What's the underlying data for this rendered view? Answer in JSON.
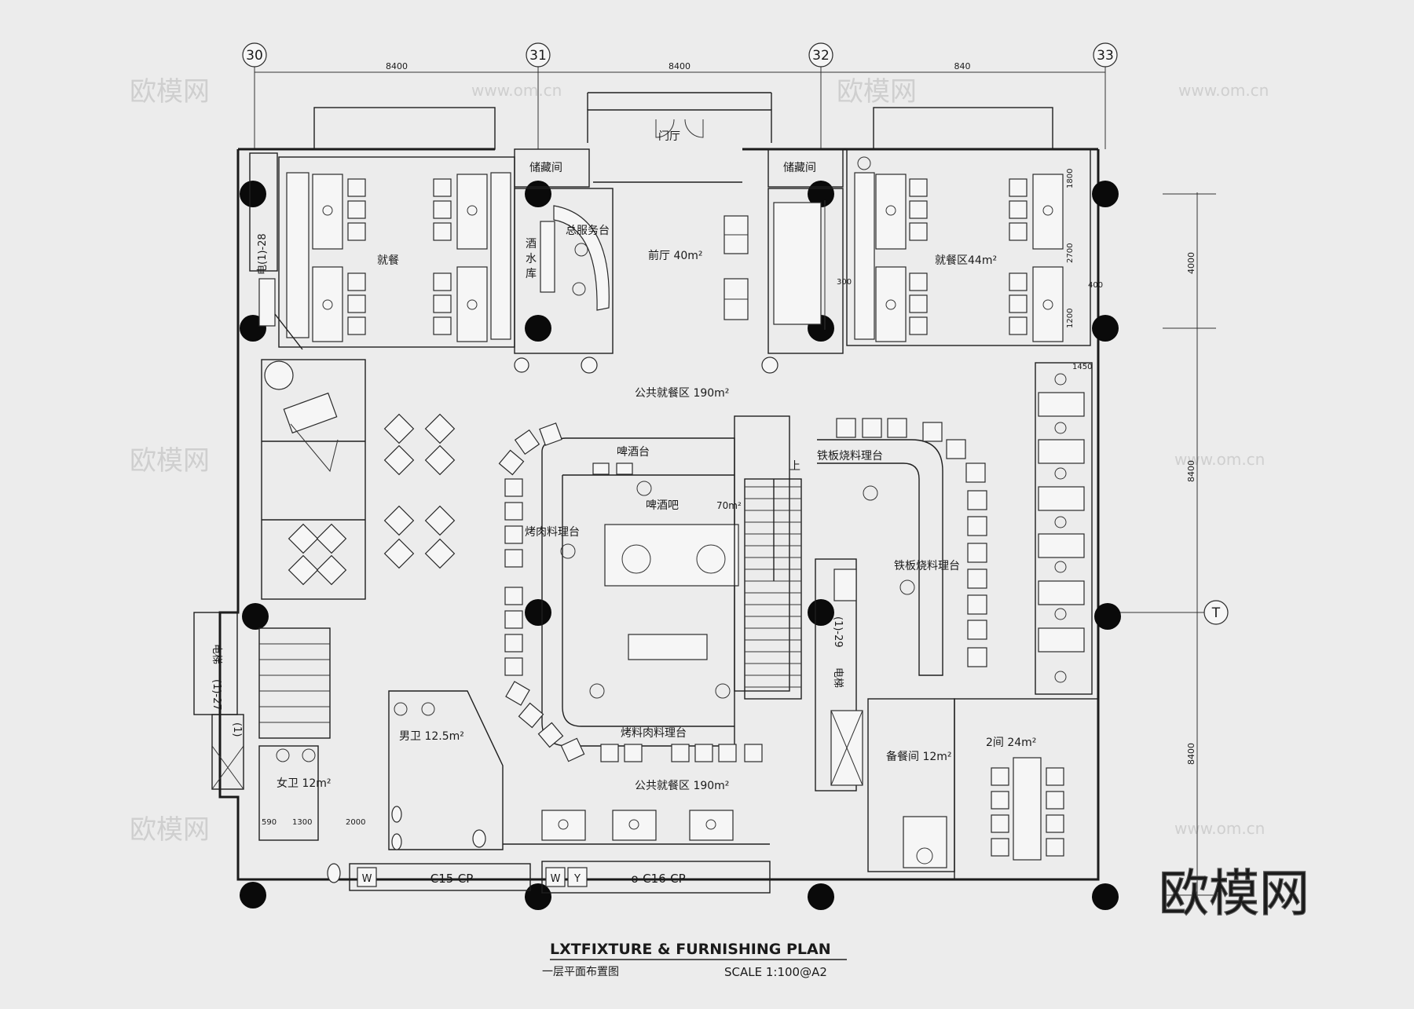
{
  "grid": {
    "columns": [
      "30",
      "31",
      "32",
      "33"
    ],
    "row": "T",
    "spacing_top": [
      "8400",
      "8400",
      "840"
    ],
    "spacing_right": [
      "4000",
      "8400",
      "8400"
    ]
  },
  "rooms": {
    "foyer": "门厅",
    "storage_left": "储藏间",
    "storage_right": "储藏间",
    "service_desk": "总服务台",
    "wine_store_1": "酒",
    "wine_store_2": "水",
    "wine_store_3": "库",
    "front_hall": "前厅 40m²",
    "dining_left": "就餐",
    "dining_right": "就餐区44m²",
    "public_dining_top": "公共就餐区 190m²",
    "beer_counter": "啤酒台",
    "beer_bar": "啤酒吧",
    "bar_area": "70m²",
    "bbq_station": "烤肉料理台",
    "teppan_top": "铁板烧料理台",
    "teppan_side": "铁板烧料理台",
    "meat_station": "烤料肉料理台",
    "public_dining_bottom": "公共就餐区 190m²",
    "prep_room": "备餐间 12m²",
    "private_room": "2间 24m²",
    "mens_wc": "男卫 12.5m²",
    "womens_wc": "女卫 12m²",
    "stair_up": "上",
    "elev_left_1": "电梯",
    "elev_left_2": "(1)-27",
    "elev_left_3": "(1)",
    "elev_right_1": "(1)-29",
    "elev_right_2": "电梯",
    "elev_topleft": "电(1)-28"
  },
  "dimensions": {
    "d1": "1800",
    "d2": "2700",
    "d3": "400",
    "d4": "1200",
    "d5": "1450",
    "d6": "300",
    "d7": "590",
    "d8": "1300",
    "d9": "2000"
  },
  "labels": {
    "c15": "C15-CP",
    "c16": "o-C16-CP",
    "w1": "W",
    "w2": "W",
    "y1": "Y"
  },
  "title": {
    "main": "LXTFIXTURE & FURNISHING PLAN",
    "sub": "一层平面布置图",
    "scale": "SCALE  1:100@A2"
  },
  "watermarks": {
    "brand": "欧模网",
    "url": "www.om.cn"
  },
  "colors": {
    "background": "#ececec",
    "ink": "#1a1a1a",
    "watermark": "#cfcfcf"
  }
}
